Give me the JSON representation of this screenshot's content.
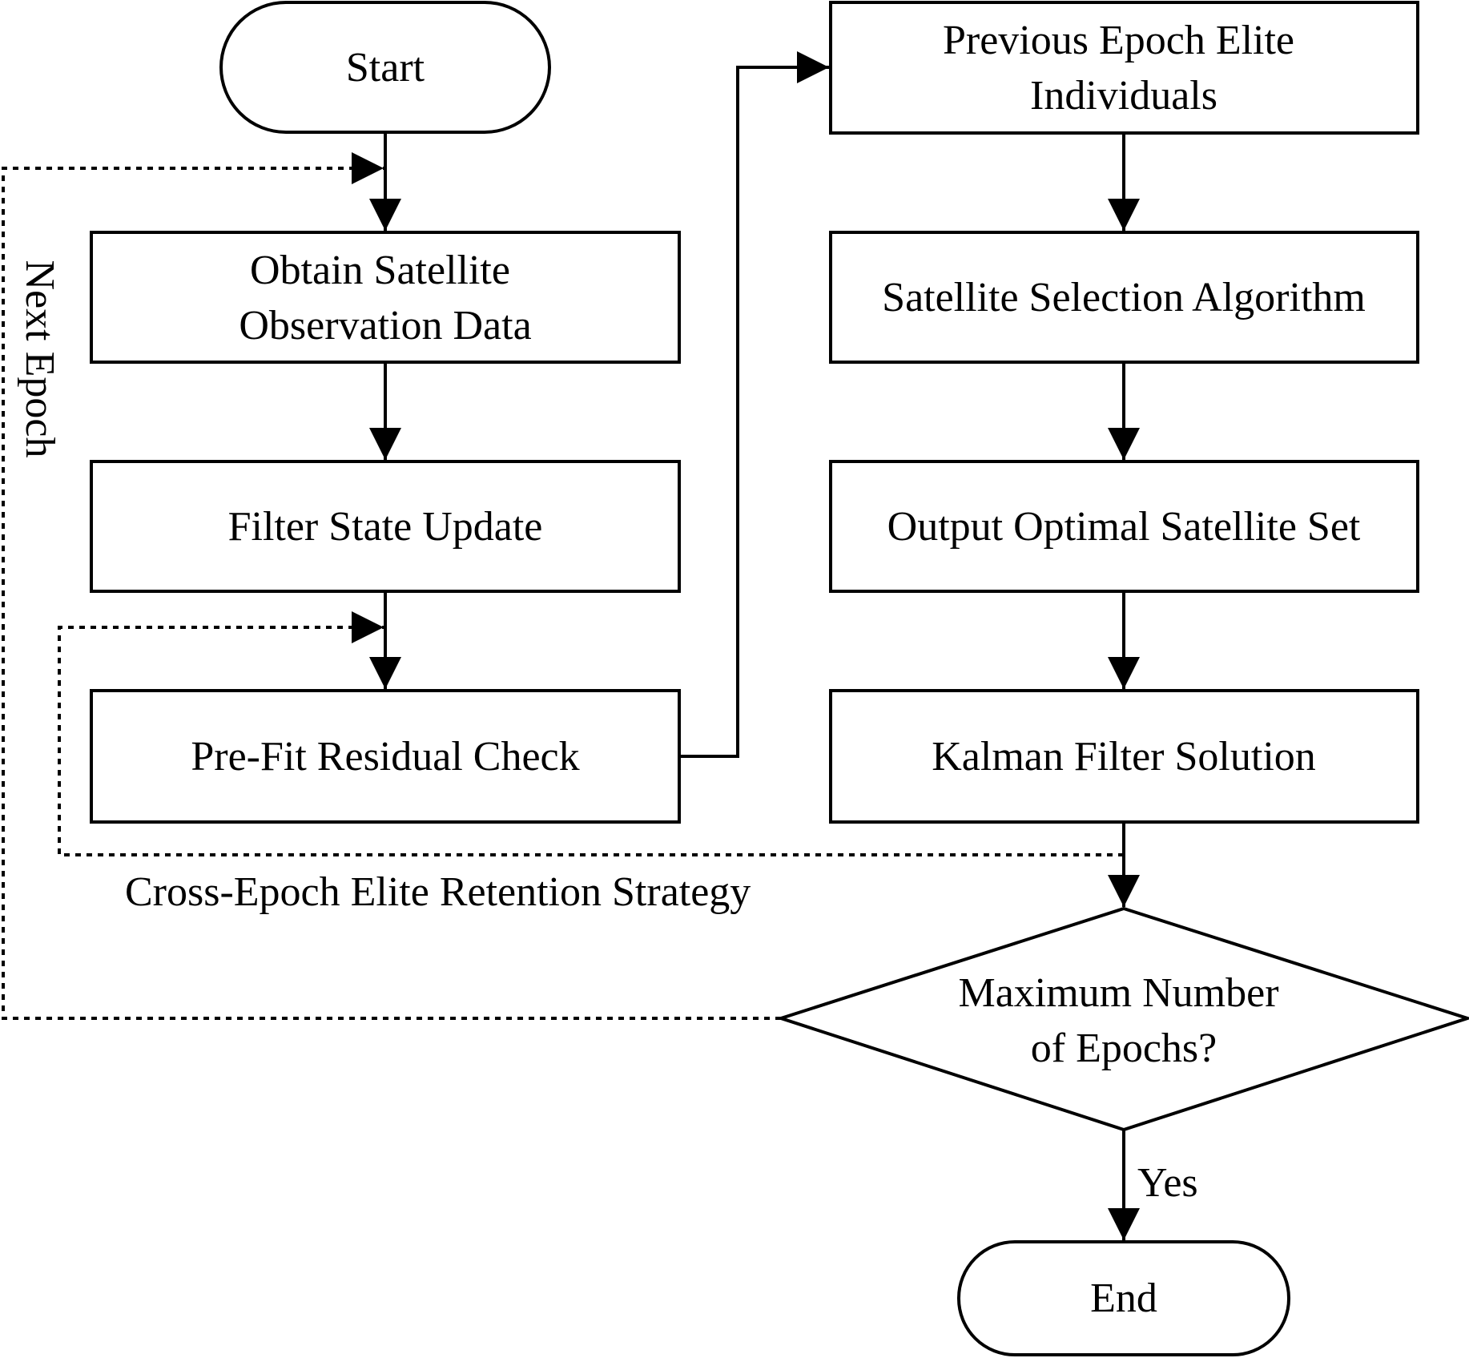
{
  "nodes": {
    "start": [
      "Start"
    ],
    "obtain": [
      "Obtain Satellite",
      "Observation Data"
    ],
    "filter_update": [
      "Filter State Update"
    ],
    "prefit": [
      "Pre-Fit Residual Check"
    ],
    "previous_elite": [
      "Previous Epoch Elite",
      "Individuals"
    ],
    "selection": [
      "Satellite Selection Algorithm"
    ],
    "output": [
      "Output Optimal Satellite Set"
    ],
    "kalman": [
      "Kalman Filter Solution"
    ],
    "decision": [
      "Maximum Number",
      "of Epochs?"
    ],
    "end": [
      "End"
    ]
  },
  "edge_labels": {
    "next_epoch": "Next Epoch",
    "cross_epoch": "Cross-Epoch Elite Retention Strategy",
    "yes": "Yes"
  },
  "colors": {
    "line": "#000000",
    "fill": "#ffffff"
  }
}
